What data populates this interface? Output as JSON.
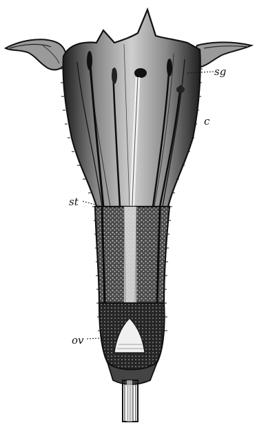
{
  "figure": {
    "labels": {
      "sg": "sg",
      "c": "c",
      "st": "st",
      "ov": "ov"
    },
    "icons": {
      "flower": "tubular-corolla-longitudinal-section-icon"
    },
    "colors": {
      "ink": "#111111",
      "paper": "#ffffff",
      "midtone": "#6b6b6b",
      "light": "#d8d8d8"
    }
  }
}
